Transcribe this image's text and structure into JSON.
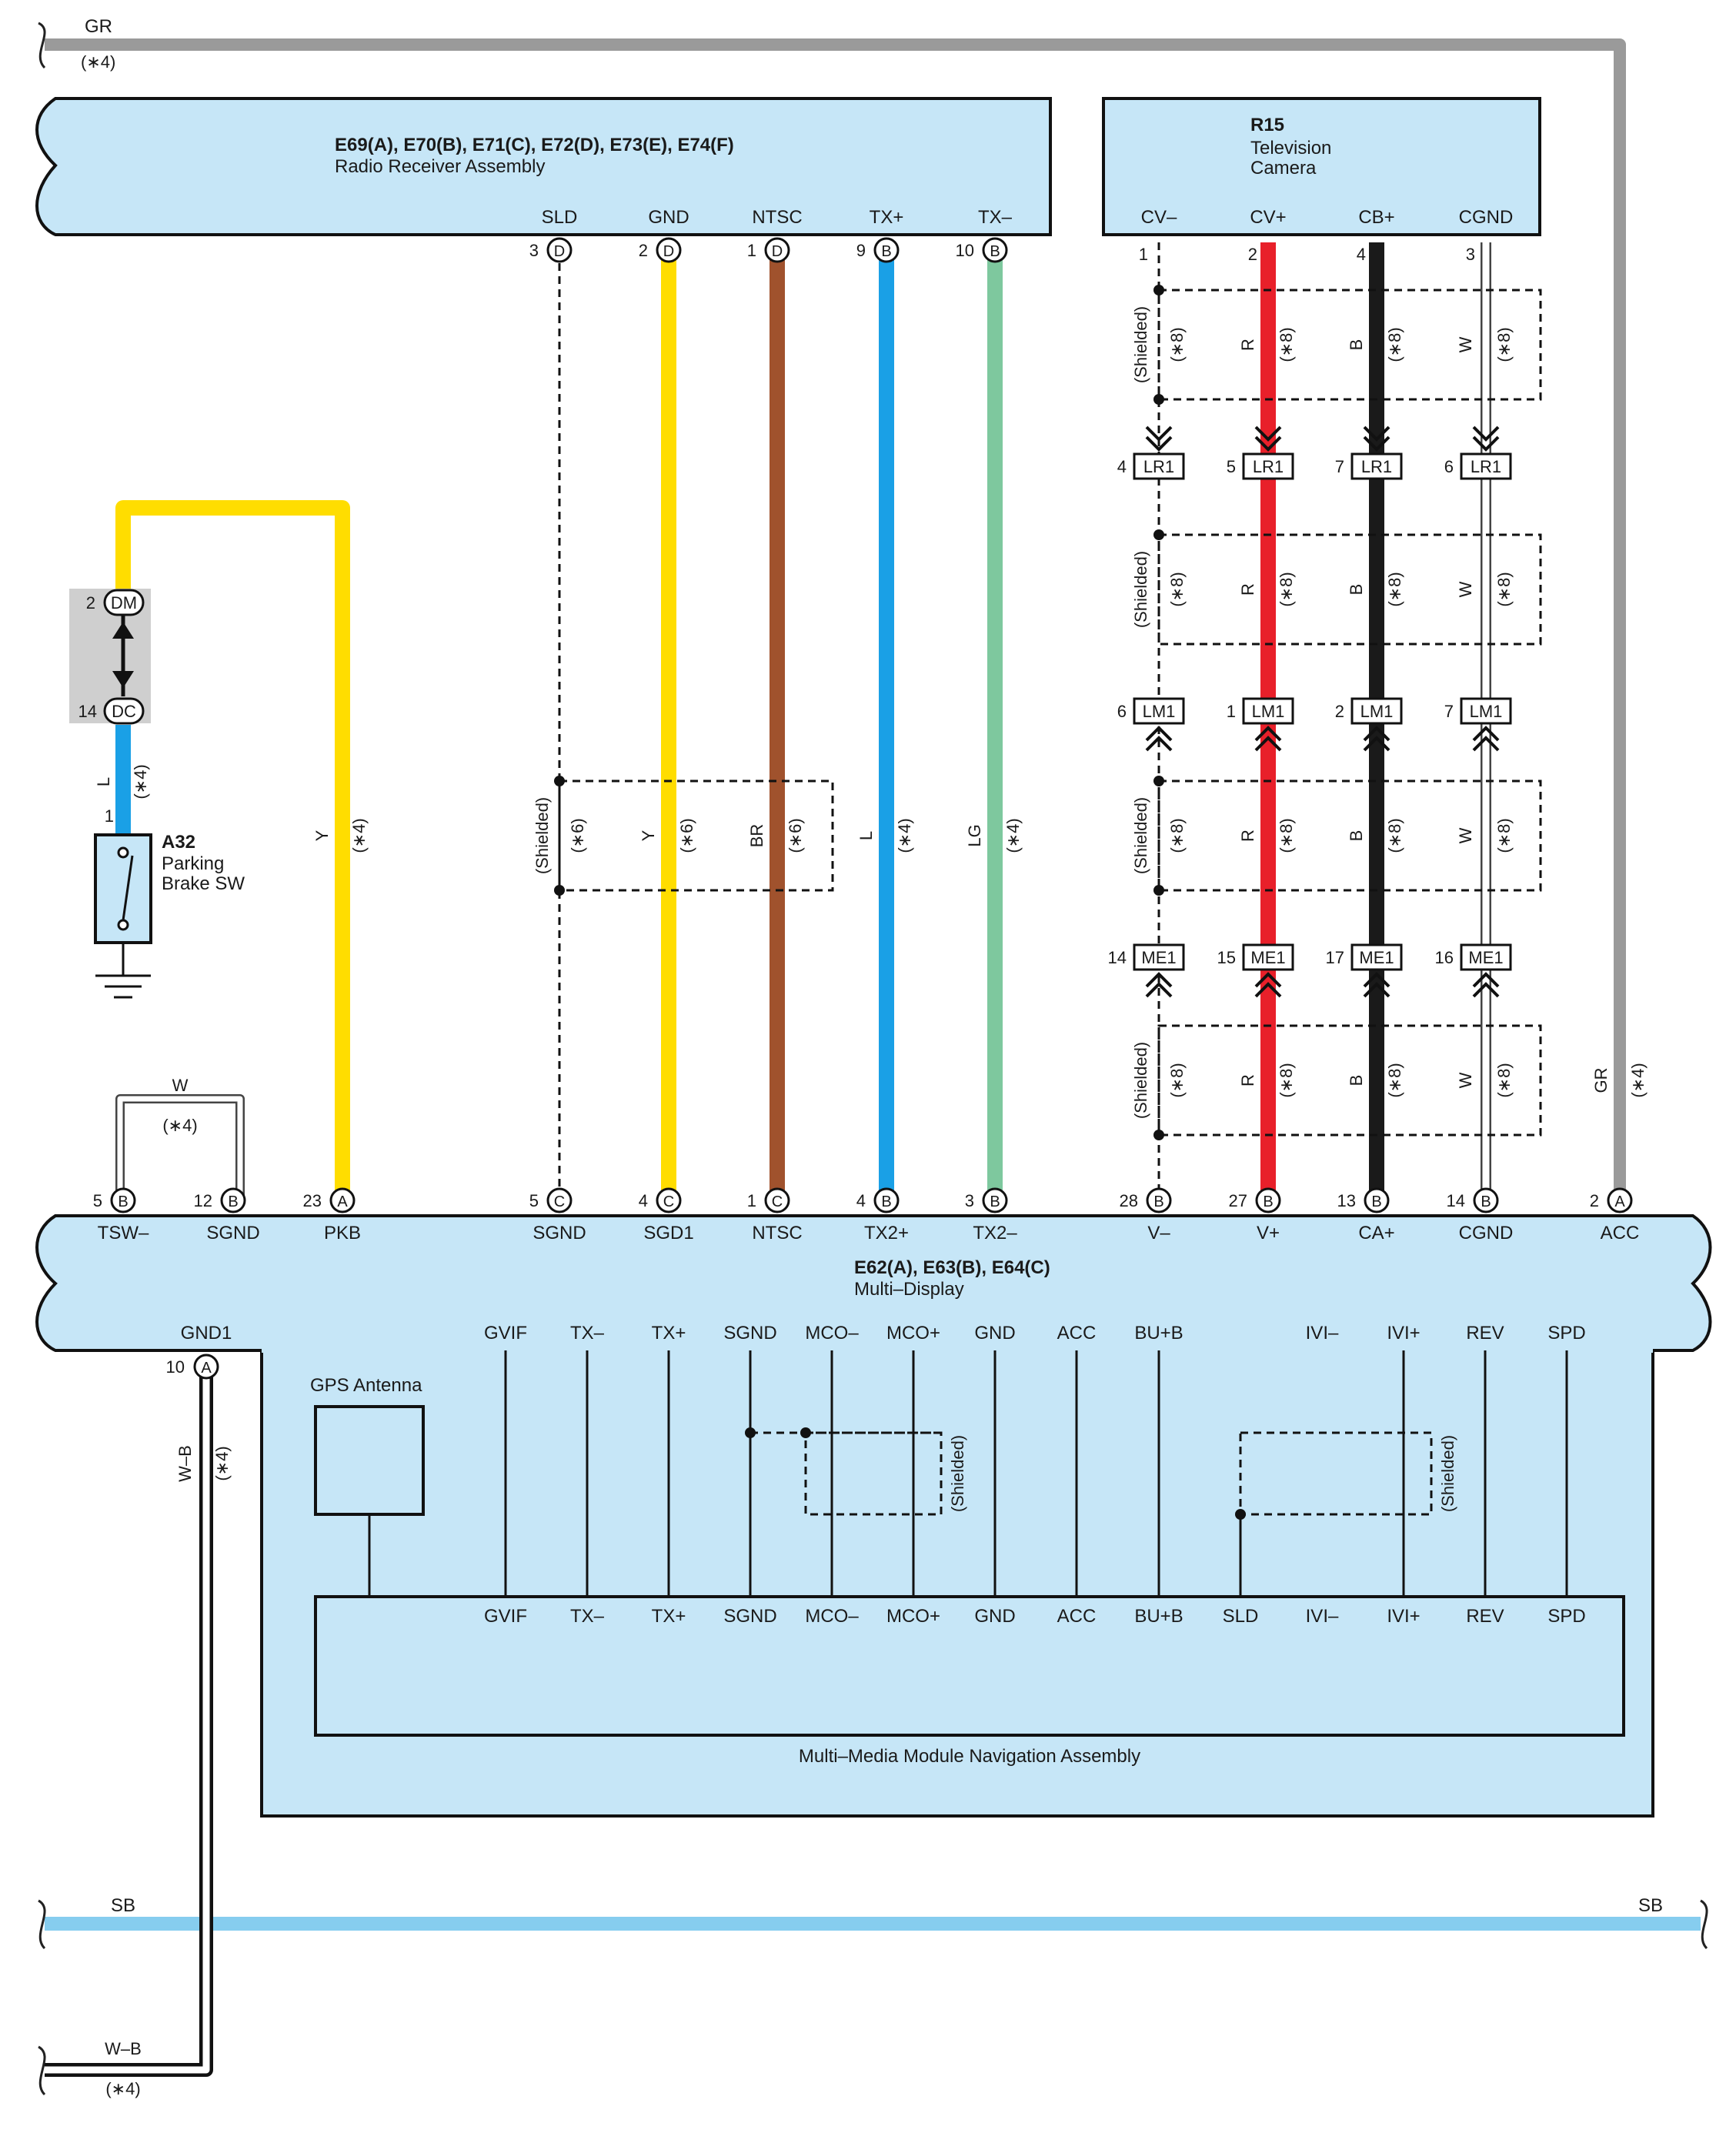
{
  "colors": {
    "box_fill": "#c6e6f7",
    "gr": "#9a9a9a",
    "yellow": "#ffdd00",
    "brown": "#a0522d",
    "blue": "#1aa0e6",
    "light_green": "#7ec89e",
    "red": "#e8202a",
    "black": "#1a1a1a",
    "white_wire": "#ffffff",
    "sb": "#86cdef",
    "gray_box": "#cfcfcf"
  },
  "radio": {
    "connectors": "E69(A), E70(B), E71(C), E72(D), E73(E), E74(F)",
    "name": "Radio Receiver Assembly",
    "pins": [
      {
        "label": "SLD",
        "num": "3",
        "conn": "D"
      },
      {
        "label": "GND",
        "num": "2",
        "conn": "D"
      },
      {
        "label": "NTSC",
        "num": "1",
        "conn": "D"
      },
      {
        "label": "TX+",
        "num": "9",
        "conn": "B"
      },
      {
        "label": "TX–",
        "num": "10",
        "conn": "B"
      }
    ]
  },
  "camera": {
    "id": "R15",
    "name_l1": "Television",
    "name_l2": "Camera",
    "pins": [
      {
        "label": "CV–",
        "num": "1"
      },
      {
        "label": "CV+",
        "num": "2"
      },
      {
        "label": "CB+",
        "num": "4"
      },
      {
        "label": "CGND",
        "num": "3"
      }
    ]
  },
  "top_wire": {
    "color_code": "GR",
    "note": "(∗4)"
  },
  "parking_switch": {
    "id": "A32",
    "name_l1": "Parking",
    "name_l2": "Brake SW",
    "pin_num": "1",
    "dm_num": "2",
    "dm_label": "DM",
    "dc_num": "14",
    "dc_label": "DC",
    "wire_color": "L",
    "wire_note": "(∗4)"
  },
  "pkb_wire": {
    "color": "Y",
    "note": "(∗4)"
  },
  "mid_wires": [
    {
      "color": "Y",
      "note": "(∗6)"
    },
    {
      "color": "BR",
      "note": "(∗6)"
    },
    {
      "color": "L",
      "note": "(∗4)"
    },
    {
      "color": "LG",
      "note": "(∗4)"
    }
  ],
  "shielded_text": "(Shielded)",
  "shield_note6": "(∗6)",
  "shield_note8": "(∗8)",
  "camera_wire_colors": [
    "R",
    "B",
    "W"
  ],
  "lr1": {
    "label": "LR1",
    "nums": [
      "4",
      "5",
      "7",
      "6"
    ]
  },
  "lm1": {
    "label": "LM1",
    "nums": [
      "6",
      "1",
      "2",
      "7"
    ]
  },
  "me1": {
    "label": "ME1",
    "nums": [
      "14",
      "15",
      "17",
      "16"
    ]
  },
  "acc_wire": {
    "color": "GR",
    "note": "(∗4)"
  },
  "w_loop": {
    "color": "W",
    "note": "(∗4)"
  },
  "display": {
    "connectors": "E62(A), E63(B), E64(C)",
    "name": "Multi–Display",
    "top_pins": [
      {
        "num": "5",
        "conn": "B",
        "label": "TSW–"
      },
      {
        "num": "12",
        "conn": "B",
        "label": "SGND"
      },
      {
        "num": "23",
        "conn": "A",
        "label": "PKB"
      },
      {
        "num": "5",
        "conn": "C",
        "label": "SGND"
      },
      {
        "num": "4",
        "conn": "C",
        "label": "SGD1"
      },
      {
        "num": "1",
        "conn": "C",
        "label": "NTSC"
      },
      {
        "num": "4",
        "conn": "B",
        "label": "TX2+"
      },
      {
        "num": "3",
        "conn": "B",
        "label": "TX2–"
      },
      {
        "num": "28",
        "conn": "B",
        "label": "V–"
      },
      {
        "num": "27",
        "conn": "B",
        "label": "V+"
      },
      {
        "num": "13",
        "conn": "B",
        "label": "CA+"
      },
      {
        "num": "14",
        "conn": "B",
        "label": "CGND"
      },
      {
        "num": "2",
        "conn": "A",
        "label": "ACC"
      }
    ],
    "gnd_pin": {
      "label": "GND1",
      "num": "10",
      "conn": "A"
    },
    "inner_labels": [
      "GVIF",
      "TX–",
      "TX+",
      "SGND",
      "MCO–",
      "MCO+",
      "GND",
      "ACC",
      "BU+B",
      "IVI–",
      "IVI+",
      "REV",
      "SPD"
    ]
  },
  "gps": {
    "name": "GPS Antenna"
  },
  "nav": {
    "labels": [
      "GVIF",
      "TX–",
      "TX+",
      "SGND",
      "MCO–",
      "MCO+",
      "GND",
      "ACC",
      "BU+B",
      "SLD",
      "IVI–",
      "IVI+",
      "REV",
      "SPD"
    ],
    "name": "Multi–Media Module Navigation Assembly"
  },
  "sb_wire": {
    "left": "SB",
    "right": "SB"
  },
  "ground_wire": {
    "side_color": "W–B",
    "side_note": "(∗4)",
    "bottom_color": "W–B",
    "bottom_note": "(∗4)"
  }
}
